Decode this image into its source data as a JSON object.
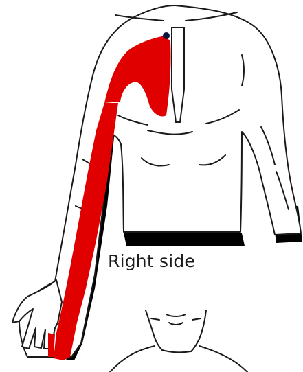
{
  "caption": "Right side",
  "colors": {
    "pain_region": "#e00000",
    "origin_point": "#0b1540",
    "outline": "#1a1a1a",
    "shadow": "#000000",
    "skin": "#ffffff"
  },
  "figures": [
    {
      "name": "upper-body-front-view",
      "icon": "torso-illustration"
    },
    {
      "name": "neck-and-chin-view",
      "icon": "neck-illustration"
    }
  ]
}
